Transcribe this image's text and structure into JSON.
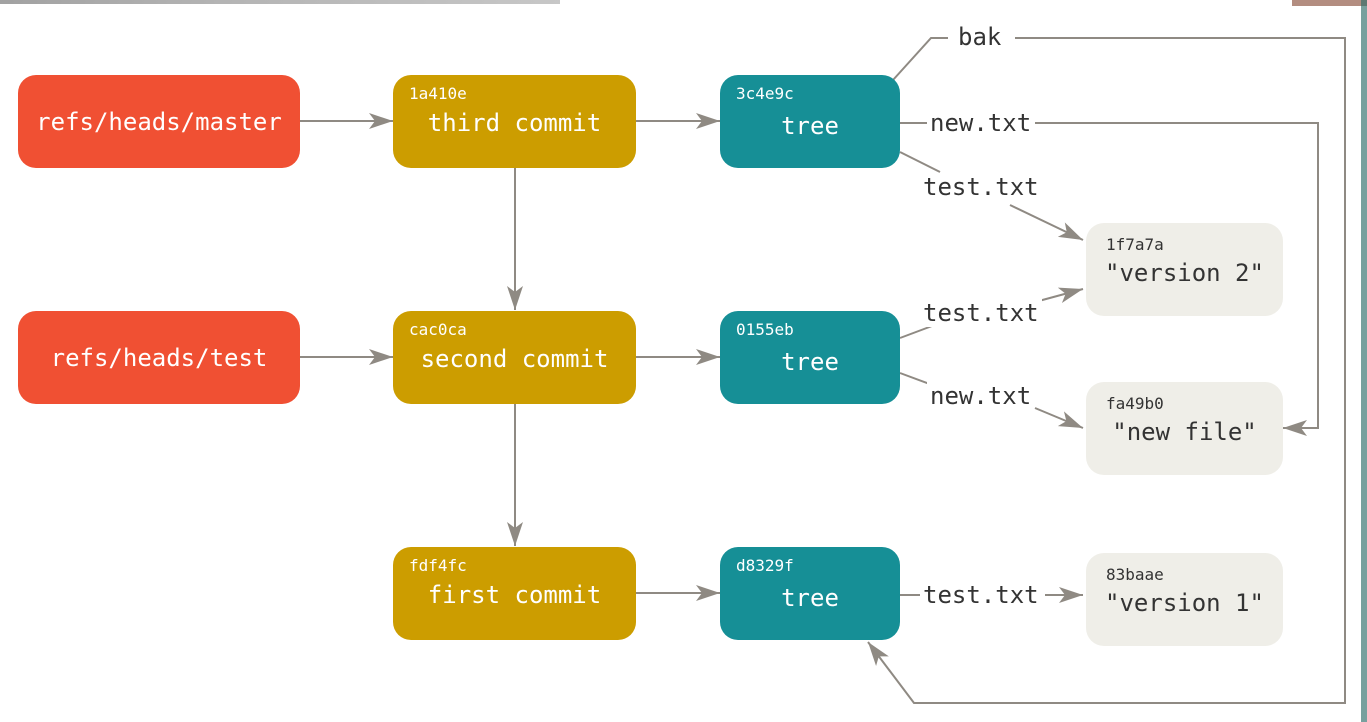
{
  "refs": [
    {
      "id": "master_ref",
      "label": "refs/heads/master"
    },
    {
      "id": "test_ref",
      "label": "refs/heads/test"
    }
  ],
  "commits": [
    {
      "id": "c3",
      "hash": "1a410e",
      "label": "third commit"
    },
    {
      "id": "c2",
      "hash": "cac0ca",
      "label": "second commit"
    },
    {
      "id": "c1",
      "hash": "fdf4fc",
      "label": "first commit"
    }
  ],
  "trees": [
    {
      "id": "t3",
      "hash": "3c4e9c",
      "label": "tree"
    },
    {
      "id": "t2",
      "hash": "0155eb",
      "label": "tree"
    },
    {
      "id": "t1",
      "hash": "d8329f",
      "label": "tree"
    }
  ],
  "blobs": [
    {
      "id": "b_v2",
      "hash": "1f7a7a",
      "label": "\"version 2\""
    },
    {
      "id": "b_new",
      "hash": "fa49b0",
      "label": "\"new file\""
    },
    {
      "id": "b_v1",
      "hash": "83baae",
      "label": "\"version 1\""
    }
  ],
  "edge_labels": {
    "bak": "bak",
    "t3_new": "new.txt",
    "t3_test": "test.txt",
    "t2_test": "test.txt",
    "t2_new": "new.txt",
    "t1_test": "test.txt"
  },
  "colors": {
    "ref": "#f05033",
    "commit": "#cc9d00",
    "tree": "#168f96",
    "blob": "#efeee8",
    "edge": "#8f8a83"
  }
}
